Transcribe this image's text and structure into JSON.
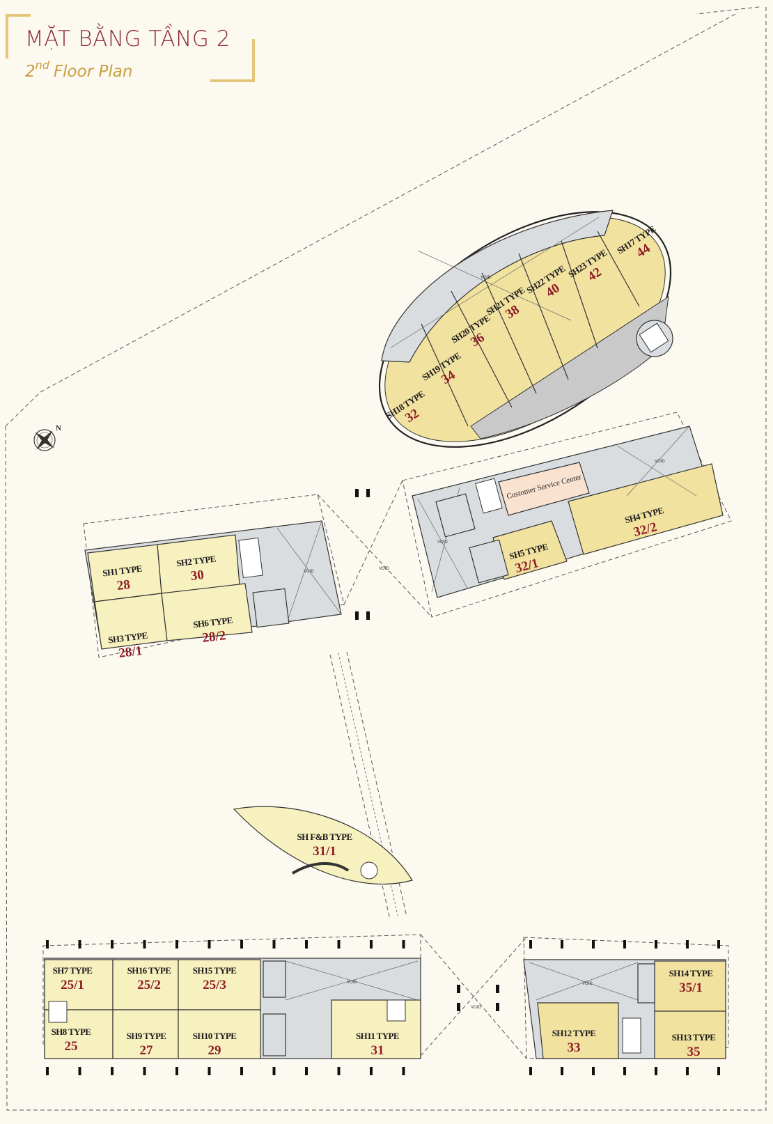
{
  "header": {
    "title_vn": "MẶT BẰNG TẦNG 2",
    "title_en_sup": "nd",
    "title_en_num": "2",
    "title_en_rest": "Floor Plan"
  },
  "compass": {
    "label": "N"
  },
  "colors": {
    "background": "#fcf9f1",
    "unit_fill": "#f7f0bf",
    "unit_fill_alt": "#f2e2a0",
    "core_fill": "#dadde0",
    "service_fill": "#f9e2d0",
    "title_red": "#8a2a36",
    "title_gold": "#c9a042",
    "area_red": "#8f1d27"
  },
  "oval_units": [
    {
      "type": "SH18 TYPE",
      "area": "32"
    },
    {
      "type": "SH19 TYPE",
      "area": "34"
    },
    {
      "type": "SH20 TYPE",
      "area": "36"
    },
    {
      "type": "SH21 TYPE",
      "area": "38"
    },
    {
      "type": "SH22 TYPE",
      "area": "40"
    },
    {
      "type": "SH23 TYPE",
      "area": "42"
    },
    {
      "type": "SH17 TYPE",
      "area": "44"
    }
  ],
  "left_block": [
    {
      "type": "SH1 TYPE",
      "area": "28"
    },
    {
      "type": "SH2 TYPE",
      "area": "30"
    },
    {
      "type": "SH3 TYPE",
      "area": "28/1"
    },
    {
      "type": "SH6 TYPE",
      "area": "28/2"
    }
  ],
  "right_block": {
    "service": "Customer Service Center",
    "units": [
      {
        "type": "SH5 TYPE",
        "area": "32/1"
      },
      {
        "type": "SH4 TYPE",
        "area": "32/2"
      }
    ]
  },
  "fnb": {
    "type": "SH F&B TYPE",
    "area": "31/1"
  },
  "bottom_left": [
    {
      "type": "SH7 TYPE",
      "area": "25/1"
    },
    {
      "type": "SH16 TYPE",
      "area": "25/2"
    },
    {
      "type": "SH15 TYPE",
      "area": "25/3"
    },
    {
      "type": "SH8 TYPE",
      "area": "25"
    },
    {
      "type": "SH9 TYPE",
      "area": "27"
    },
    {
      "type": "SH10 TYPE",
      "area": "29"
    },
    {
      "type": "SH11 TYPE",
      "area": "31"
    }
  ],
  "bottom_right": [
    {
      "type": "SH14 TYPE",
      "area": "35/1"
    },
    {
      "type": "SH12 TYPE",
      "area": "33"
    },
    {
      "type": "SH13 TYPE",
      "area": "35"
    }
  ],
  "void_label": "VOID"
}
